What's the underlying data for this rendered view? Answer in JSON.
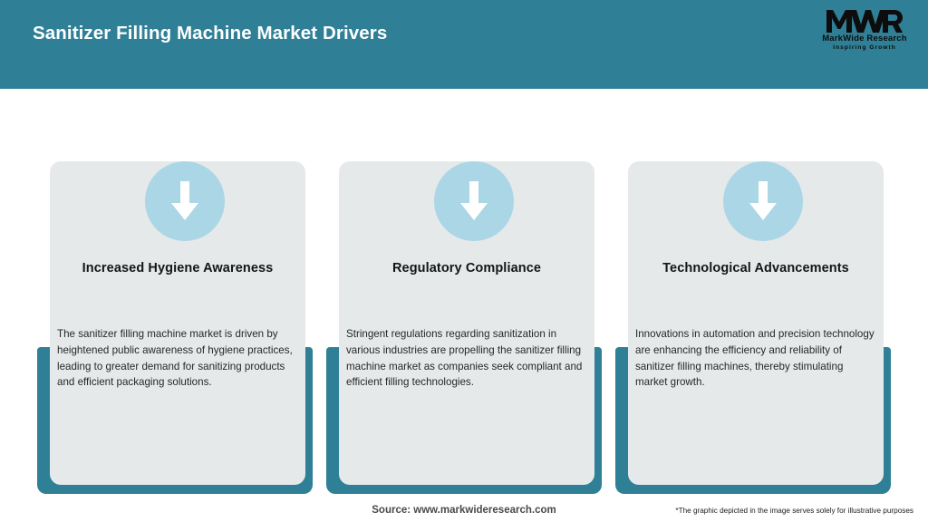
{
  "header": {
    "title": "Sanitizer Filling Machine Market Drivers",
    "background_color": "#2f7f96",
    "title_color": "#ffffff"
  },
  "logo": {
    "mark": "MWR",
    "name": "MarkWide Research",
    "tagline": "Inspiring Growth"
  },
  "theme": {
    "accent_teal": "#2f7f96",
    "card_background": "#e6e9ea",
    "icon_circle": "#abd6e6",
    "page_background": "#ffffff"
  },
  "cards": [
    {
      "icon": "arrow-down-icon",
      "title": "Increased Hygiene Awareness",
      "body": "The sanitizer filling machine market is driven by heightened public awareness of hygiene practices, leading to greater demand for sanitizing products and efficient packaging solutions."
    },
    {
      "icon": "arrow-down-icon",
      "title": "Regulatory Compliance",
      "body": "Stringent regulations regarding sanitization in various industries are propelling the sanitizer filling machine market as companies seek compliant and efficient filling technologies."
    },
    {
      "icon": "arrow-down-icon",
      "title": "Technological Advancements",
      "body": "Innovations in automation and precision technology are enhancing the efficiency and reliability of sanitizer filling machines, thereby stimulating market growth."
    }
  ],
  "footer": {
    "source": "Source: www.markwideresearch.com",
    "disclaimer": "*The graphic depicted in the image serves solely for illustrative purposes"
  }
}
